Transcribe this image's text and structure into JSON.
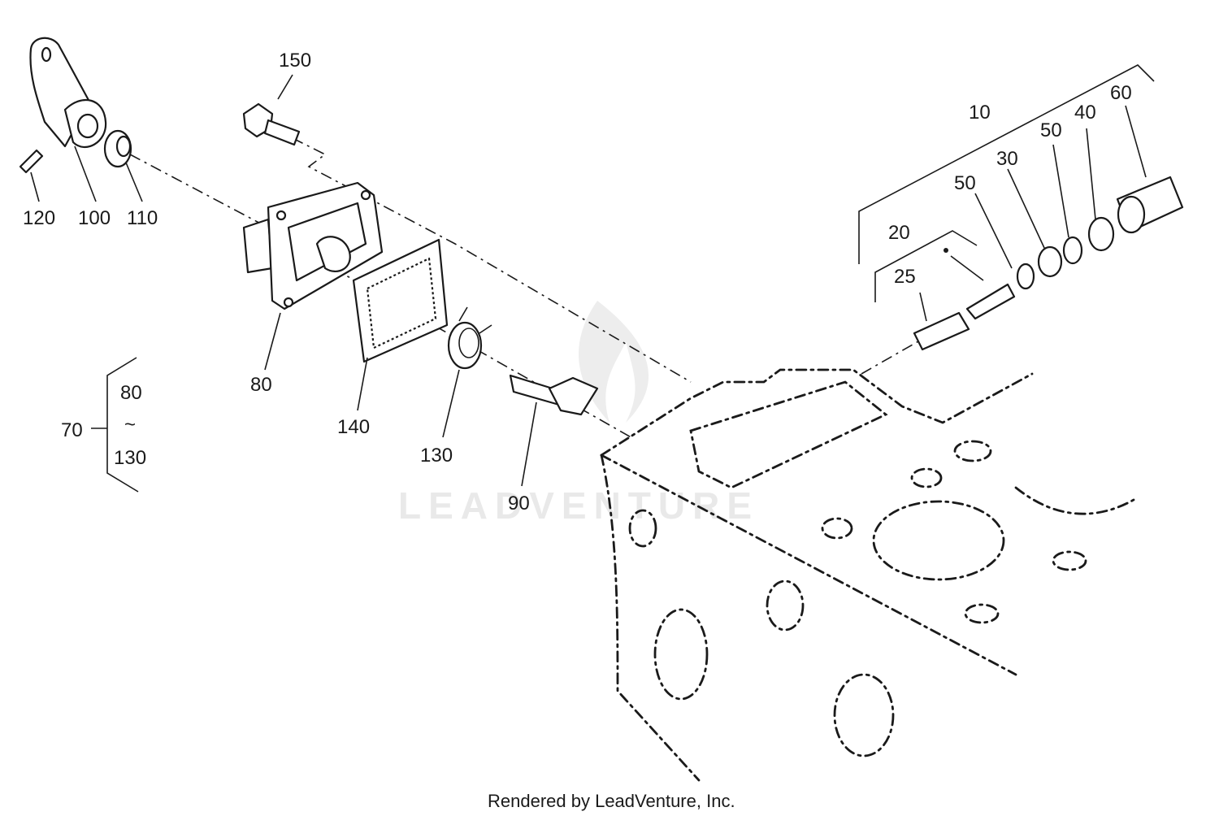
{
  "callouts": {
    "c10": "10",
    "c20": "20",
    "c25": "25",
    "c30": "30",
    "c40": "40",
    "c50a": "50",
    "c50b": "50",
    "c60": "60",
    "c70": "70",
    "c80": "80",
    "c80g": "80",
    "c90": "90",
    "c100": "100",
    "c110": "110",
    "c120": "120",
    "c130": "130",
    "c130g": "130",
    "c140": "140",
    "c150": "150",
    "range_sep": "~"
  },
  "footer": "Rendered by LeadVenture, Inc.",
  "watermark": "LEADVENTURE",
  "colors": {
    "ink": "#1a1a1a",
    "watermark": "#e9e9e9",
    "background": "#ffffff"
  }
}
